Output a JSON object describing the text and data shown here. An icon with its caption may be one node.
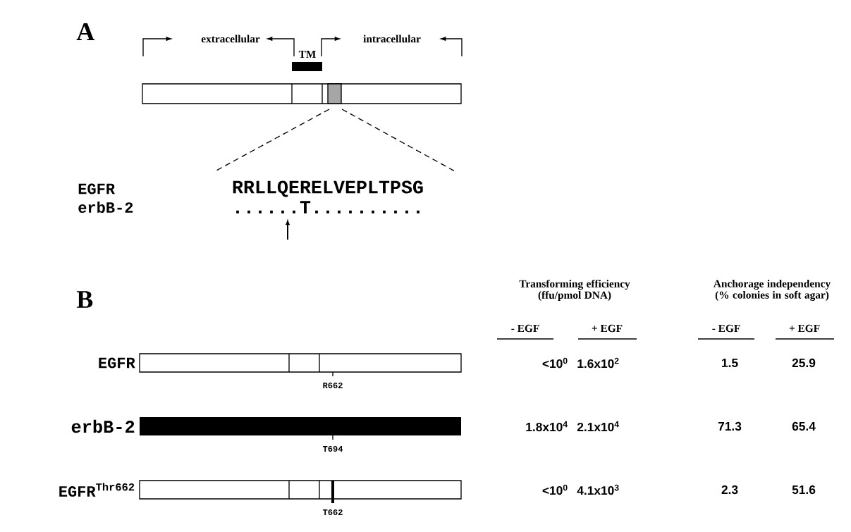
{
  "diagram": {
    "labels": [
      "A",
      "extracellular",
      "intracellular",
      "TM",
      "EGFR",
      "RRLLQERELVEPLTPSG",
      "erbB-2",
      "......T..........",
      "B",
      "Transforming efficiency (ffu/pmol DNA)",
      "Anchorage independency (% colonies in soft agar)",
      "- EGF",
      "+ EGF",
      "- EGF",
      "+ EGF",
      "EGFR",
      "<10$^{0}$",
      "1.6x10$^{2}$",
      "1.5",
      "25.9",
      "R662",
      "erbB-2",
      "1.8x10$^{4}$",
      "2.1x10$^{4}$",
      "71.3",
      "65.4",
      "T694",
      "EGFR$^{Thr662}$",
      "<10$^{0}$",
      "4.1x10$^{3}$",
      "2.3",
      "51.6",
      "T662"
    ]
  }
}
